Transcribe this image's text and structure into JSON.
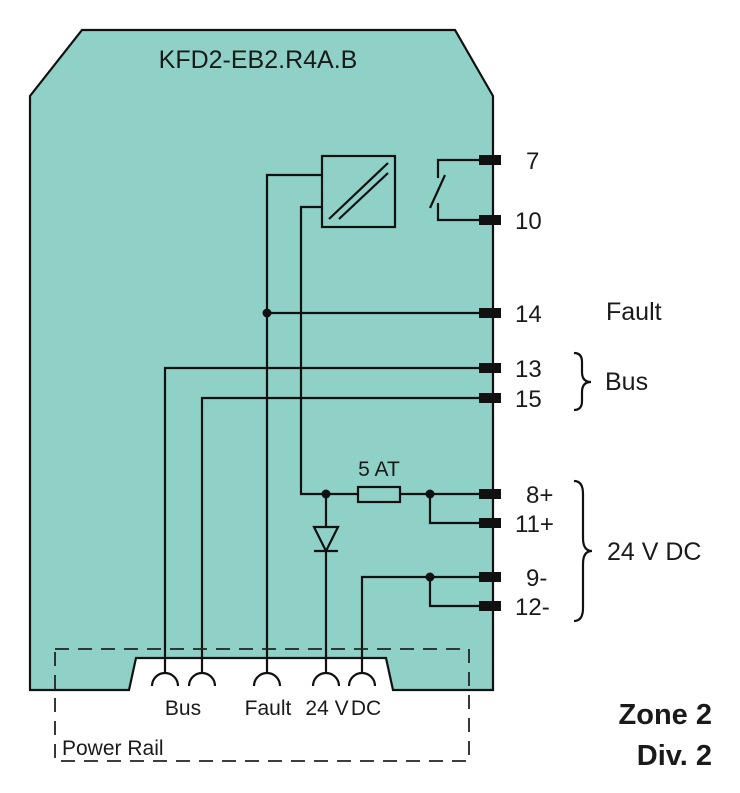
{
  "device": {
    "model": "KFD2-EB2.R4A.B"
  },
  "colors": {
    "housing": "#8fd1c6",
    "line": "#111111"
  },
  "terminals": {
    "t7": "7",
    "t10": "10",
    "t14": "14",
    "t13": "13",
    "t15": "15",
    "t8": "8+",
    "t11": "11+",
    "t9": "9-",
    "t12": "12-"
  },
  "signals": {
    "fault": "Fault",
    "bus": "Bus",
    "supply": "24 V DC"
  },
  "fuse": {
    "label": "5 AT"
  },
  "power_rail": {
    "label": "Power Rail",
    "bus": "Bus",
    "fault": "Fault",
    "v24": "24 V",
    "dc": "DC"
  },
  "zone": {
    "line1": "Zone 2",
    "line2": "Div. 2"
  }
}
